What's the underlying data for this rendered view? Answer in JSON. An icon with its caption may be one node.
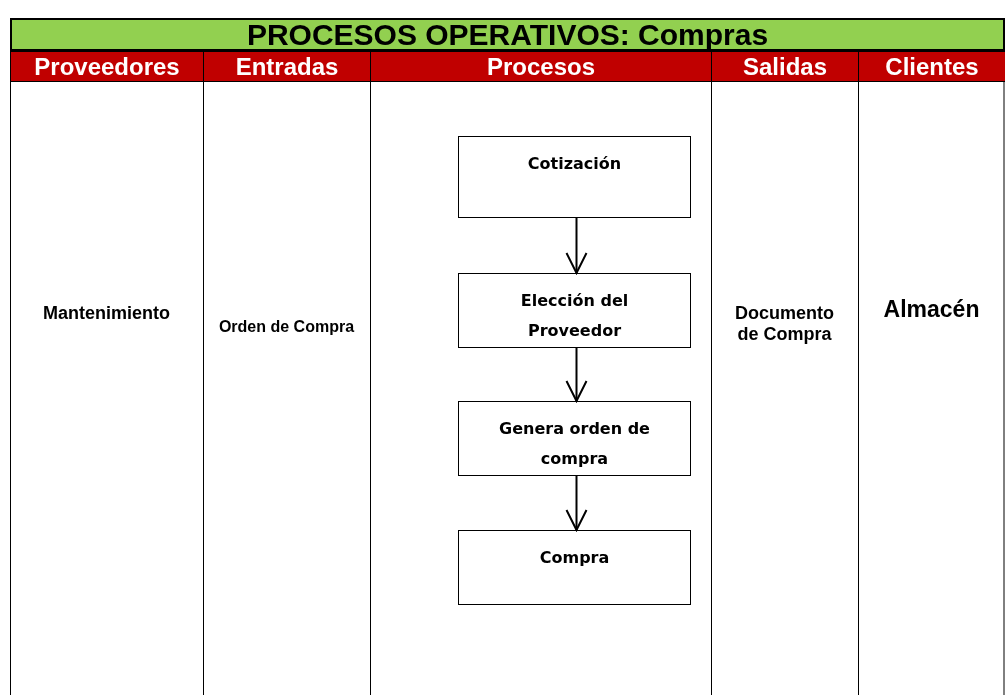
{
  "diagram": {
    "title": "PROCESOS OPERATIVOS: Compras",
    "nodes": [
      {
        "text": [
          "Cotización"
        ]
      },
      {
        "text": [
          "Elección del Proveedor"
        ]
      },
      {
        "text": [
          "Genera orden de compra"
        ]
      },
      {
        "text": [
          "Compra"
        ]
      }
    ],
    "edges": [
      {
        "from": 0,
        "to": 1,
        "arrow": "to"
      },
      {
        "from": 1,
        "to": 2,
        "arrow": "to"
      },
      {
        "from": 2,
        "to": 3,
        "arrow": "to"
      }
    ],
    "labels": [
      "Proveedores",
      "Entradas",
      "Procesos",
      "Salidas",
      "Clientes",
      "Mantenimiento",
      "Orden de Compra",
      "Documento de Compra",
      "Almacén"
    ]
  }
}
